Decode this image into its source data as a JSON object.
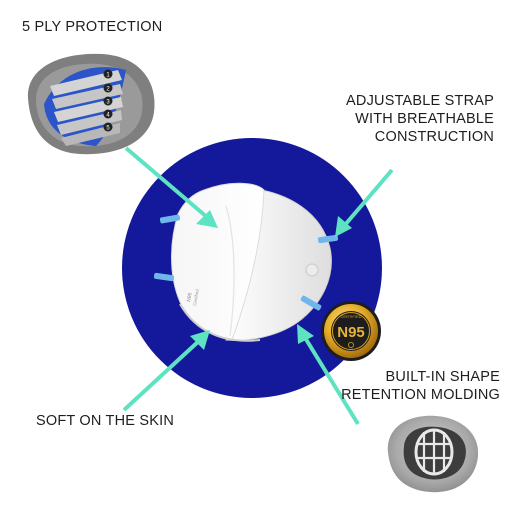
{
  "labels": {
    "ply": [
      "5 PLY PROTECTION"
    ],
    "strap": [
      "ADJUSTABLE STRAP",
      "WITH BREATHABLE",
      "CONSTRUCTION"
    ],
    "shape": [
      "BUILT-IN SHAPE",
      "RETENTION MOLDING"
    ],
    "soft": [
      "SOFT ON THE SKIN"
    ]
  },
  "badge": {
    "top_text": "CERTIFIED",
    "main_text": "N95"
  },
  "layers": [
    "1",
    "2",
    "3",
    "4",
    "5"
  ],
  "mask_print": [
    "N95",
    "Certified"
  ],
  "colors": {
    "circle": "#14189a",
    "arrow": "#5ee3c2",
    "strap": "#6fb7ea",
    "badge_gold": "#d9a21e",
    "badge_dark": "#1d1d1d"
  }
}
